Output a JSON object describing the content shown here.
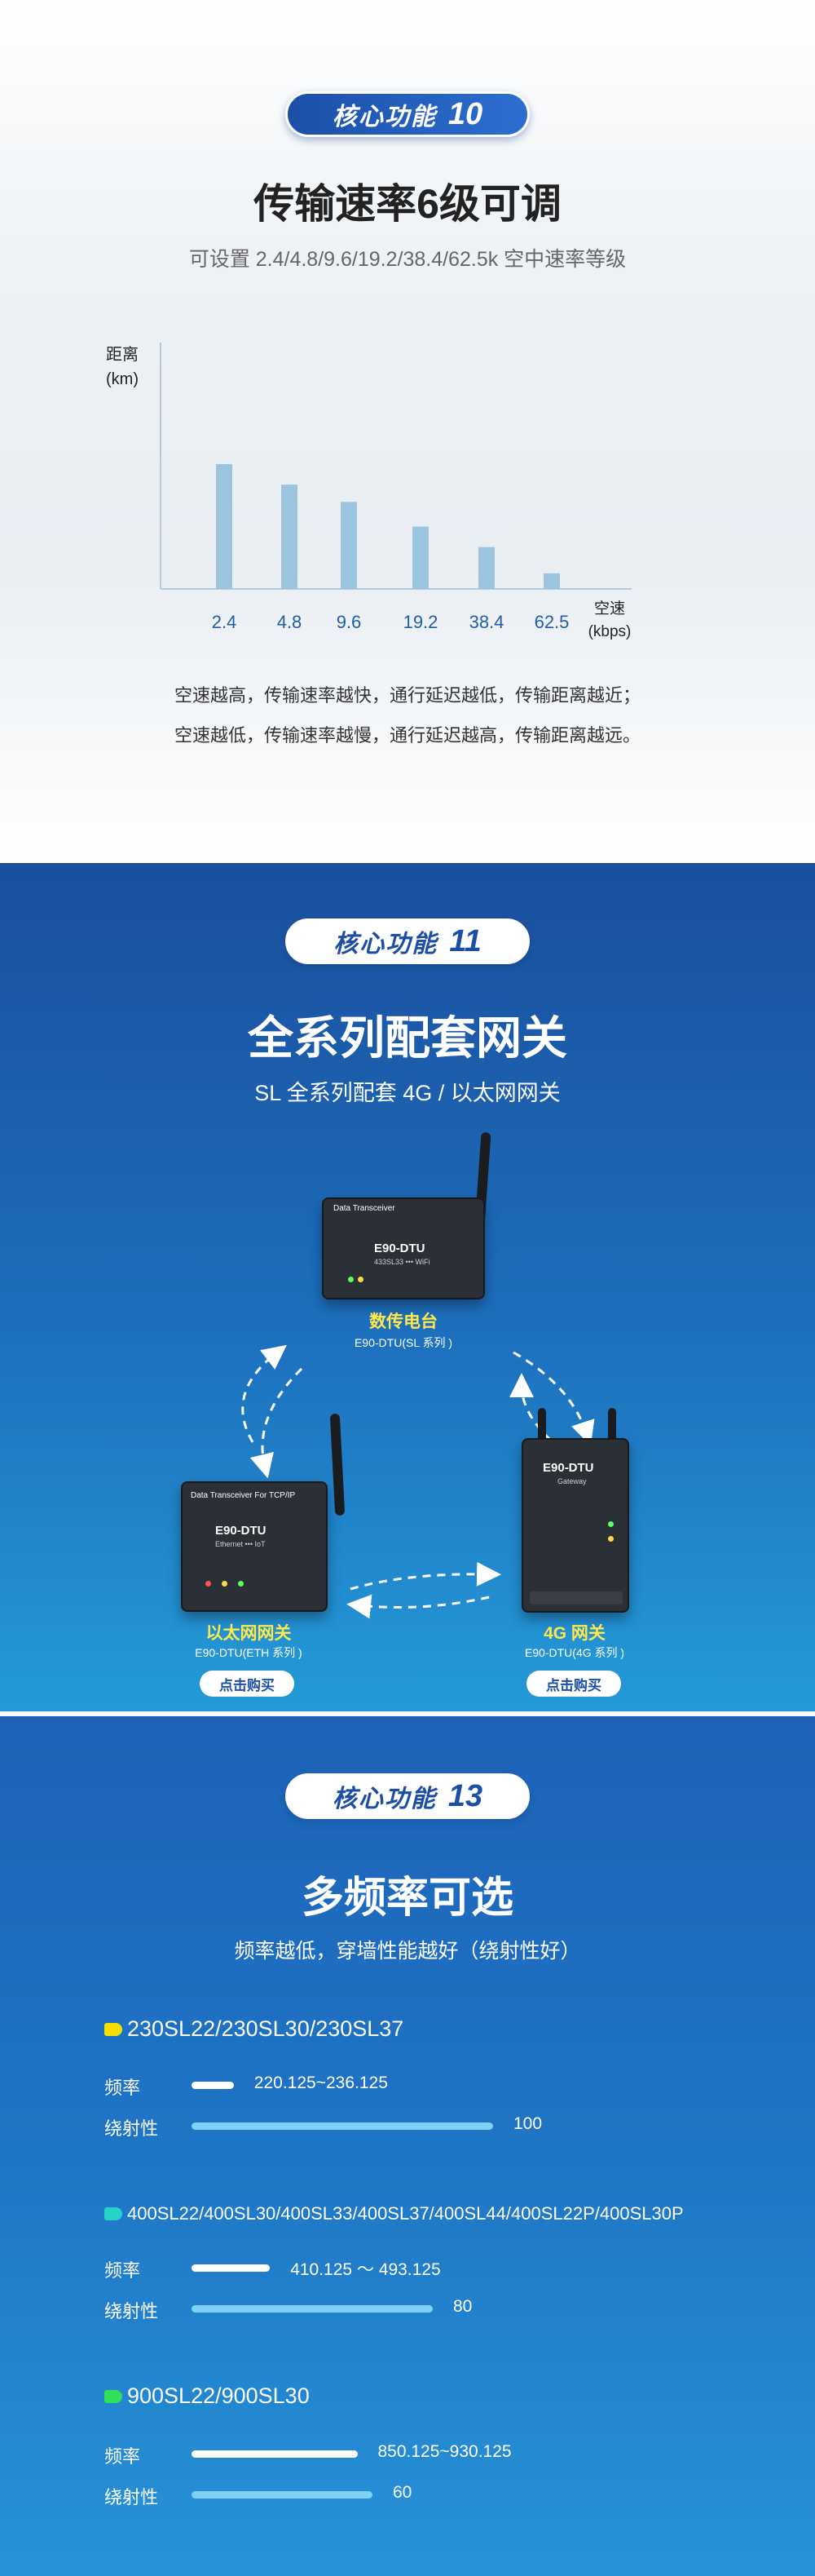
{
  "section1": {
    "badge_label": "核心功能",
    "badge_num": "10",
    "title": "传输速率6级可调",
    "subtitle": "可设置 2.4/4.8/9.6/19.2/38.4/62.5k 空中速率等级",
    "paragraph1": "空速越高，传输速率越快，通行延迟越低，传输距离越近；",
    "paragraph2": "空速越低，传输速率越慢，通行延迟越高，传输距离越远。"
  },
  "chart_data": {
    "type": "bar",
    "categories": [
      "2.4",
      "4.8",
      "9.6",
      "19.2",
      "38.4",
      "62.5"
    ],
    "values": [
      152,
      127,
      106,
      76,
      51,
      19
    ],
    "title": "",
    "ylabel": "距离\n(km)",
    "ylabel_lines": [
      "距离",
      "(km)"
    ],
    "xlabel_lines": [
      "空速",
      "(kbps)"
    ],
    "ylim": [
      0,
      300
    ],
    "grid": false,
    "bar_color": "#9ac4df",
    "label_color": "#1f5fa8"
  },
  "section2": {
    "badge_label": "核心功能",
    "badge_num": "11",
    "title": "全系列配套网关",
    "subtitle": "SL 全系列配套 4G / 以太网网关",
    "devices": [
      {
        "label": "数传电台",
        "model": "E90-DTU(SL 系列 )",
        "panel": "Data Transceiver",
        "name": "E90-DTU",
        "tag": "433SL33 ••• WiFi"
      },
      {
        "label": "以太网网关",
        "model": "E90-DTU(ETH 系列 )",
        "panel": "Data Transceiver For TCP/IP",
        "name": "E90-DTU",
        "tag": "Ethernet ••• IoT",
        "buy": "点击购买"
      },
      {
        "label": "4G 网关",
        "model": "E90-DTU(4G 系列 )",
        "name": "E90-DTU",
        "tag": "Gateway",
        "buy": "点击购买"
      }
    ]
  },
  "section3": {
    "badge_label": "核心功能",
    "badge_num": "13",
    "title": "多频率可选",
    "subtitle": "频率越低，穿墙性能越好（绕射性好）",
    "freq_label": "频率",
    "pen_label": "绕射性",
    "groups": [
      {
        "name": "230SL22/230SL30/230SL37",
        "color": "#f5e000",
        "freq": "220.125~236.125",
        "freq_fraction": 0.14,
        "pen": "100",
        "pen_fraction": 1.0
      },
      {
        "name": "400SL22/400SL30/400SL33/400SL37/400SL44/400SL22P/400SL30P",
        "color": "#25d3c8",
        "freq": "410.125 ～ 493.125",
        "freq_fraction": 0.26,
        "pen": "80",
        "pen_fraction": 0.8
      },
      {
        "name": "900SL22/900SL30",
        "color": "#2ee05a",
        "freq": "850.125~930.125",
        "freq_fraction": 0.55,
        "pen": "60",
        "pen_fraction": 0.6
      }
    ]
  }
}
